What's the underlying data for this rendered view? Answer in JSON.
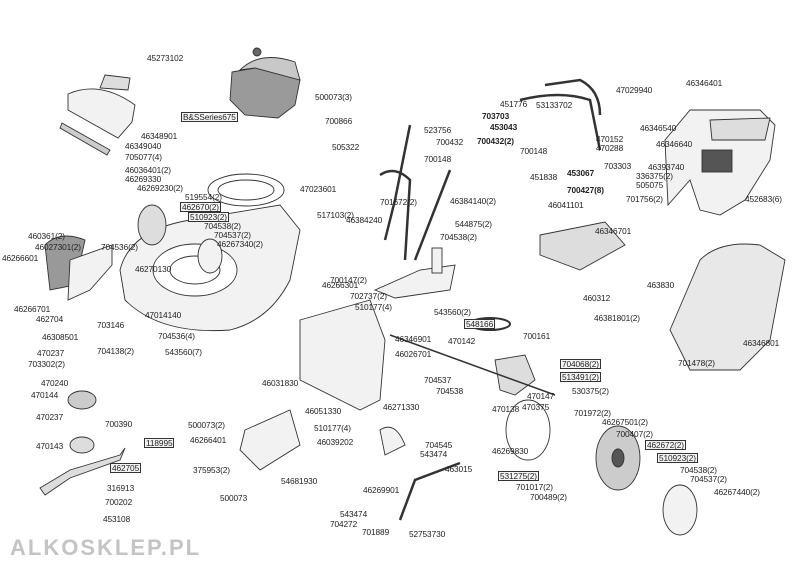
{
  "watermark": "ALKOSKLEP.PL",
  "colors": {
    "line": "#333333",
    "part_fill": "#f2f2f2",
    "engine": "#8a8a8a",
    "label_box": "#f4f4f4"
  },
  "labels": [
    {
      "text": "45273102"
    },
    {
      "text": "B&SSeries675",
      "boxed": true
    },
    {
      "text": "500073(3)"
    },
    {
      "text": "46348901"
    },
    {
      "text": "46349040"
    },
    {
      "text": "705077(4)"
    },
    {
      "text": "46036401(2)"
    },
    {
      "text": "46269330"
    },
    {
      "text": "46269230(2)"
    },
    {
      "text": "519554(2)"
    },
    {
      "text": "462670(2)",
      "boxed": true
    },
    {
      "text": "510923(2)",
      "boxed": true
    },
    {
      "text": "704538(2)"
    },
    {
      "text": "704537(2)"
    },
    {
      "text": "46267340(2)"
    },
    {
      "text": "47023601"
    },
    {
      "text": "517103(2)"
    },
    {
      "text": "700866"
    },
    {
      "text": "505322"
    },
    {
      "text": "523756"
    },
    {
      "text": "700432"
    },
    {
      "text": "700148"
    },
    {
      "text": "701672(2)"
    },
    {
      "text": "46384240"
    },
    {
      "text": "46384140(2)"
    },
    {
      "text": "544875(2)"
    },
    {
      "text": "704538(2)"
    },
    {
      "text": "451776"
    },
    {
      "text": "53133702"
    },
    {
      "text": "47029940"
    },
    {
      "text": "703703",
      "bold": true
    },
    {
      "text": "453043",
      "bold": true
    },
    {
      "text": "700432(2)",
      "bold": true
    },
    {
      "text": "700148"
    },
    {
      "text": "451838"
    },
    {
      "text": "470152"
    },
    {
      "text": "470288"
    },
    {
      "text": "703303"
    },
    {
      "text": "453067",
      "bold": true
    },
    {
      "text": "700427(8)",
      "bold": true
    },
    {
      "text": "46041101"
    },
    {
      "text": "46346701"
    },
    {
      "text": "46346401"
    },
    {
      "text": "46346540"
    },
    {
      "text": "46346640"
    },
    {
      "text": "46393740"
    },
    {
      "text": "336375(2)"
    },
    {
      "text": "505075"
    },
    {
      "text": "701756(2)"
    },
    {
      "text": "452683(6)"
    },
    {
      "text": "463830"
    },
    {
      "text": "460312"
    },
    {
      "text": "46381801(2)"
    },
    {
      "text": "46346801"
    },
    {
      "text": "701478(2)"
    },
    {
      "text": "46266301"
    },
    {
      "text": "548166",
      "boxed": true
    },
    {
      "text": "700161"
    },
    {
      "text": "470142"
    },
    {
      "text": "704068(2)",
      "boxed": true
    },
    {
      "text": "513491(2)",
      "boxed": true
    },
    {
      "text": "704537"
    },
    {
      "text": "704538"
    },
    {
      "text": "530375(2)"
    },
    {
      "text": "470147"
    },
    {
      "text": "470138"
    },
    {
      "text": "470375"
    },
    {
      "text": "701972(2)"
    },
    {
      "text": "46267501(2)"
    },
    {
      "text": "700407(2)"
    },
    {
      "text": "462672(2)",
      "boxed": true
    },
    {
      "text": "510923(2)",
      "boxed": true
    },
    {
      "text": "704538(2)"
    },
    {
      "text": "704537(2)"
    },
    {
      "text": "46267440(2)"
    },
    {
      "text": "700147(2)"
    },
    {
      "text": "702737(2)"
    },
    {
      "text": "510177(4)"
    },
    {
      "text": "543560(2)"
    },
    {
      "text": "46346901"
    },
    {
      "text": "46026701"
    },
    {
      "text": "46031830"
    },
    {
      "text": "46051330"
    },
    {
      "text": "46271330"
    },
    {
      "text": "510177(4)"
    },
    {
      "text": "46039202"
    },
    {
      "text": "704545"
    },
    {
      "text": "543474"
    },
    {
      "text": "46269830"
    },
    {
      "text": "463015"
    },
    {
      "text": "531275(2)",
      "boxed": true
    },
    {
      "text": "701017(2)"
    },
    {
      "text": "700489(2)"
    },
    {
      "text": "46269901"
    },
    {
      "text": "543474"
    },
    {
      "text": "704272"
    },
    {
      "text": "701889"
    },
    {
      "text": "52753730"
    },
    {
      "text": "500073(2)"
    },
    {
      "text": "46266401"
    },
    {
      "text": "375953(2)"
    },
    {
      "text": "54681930"
    },
    {
      "text": "500073"
    },
    {
      "text": "460361(2)"
    },
    {
      "text": "46027301(2)"
    },
    {
      "text": "704536(2)"
    },
    {
      "text": "46266601"
    },
    {
      "text": "46270130"
    },
    {
      "text": "46266701"
    },
    {
      "text": "462704"
    },
    {
      "text": "703146"
    },
    {
      "text": "46308501"
    },
    {
      "text": "704138(2)"
    },
    {
      "text": "470237"
    },
    {
      "text": "703302(2)"
    },
    {
      "text": "470240"
    },
    {
      "text": "470144"
    },
    {
      "text": "470237"
    },
    {
      "text": "700390"
    },
    {
      "text": "470143"
    },
    {
      "text": "118995",
      "boxed": true
    },
    {
      "text": "462705",
      "boxed": true
    },
    {
      "text": "316913"
    },
    {
      "text": "700202"
    },
    {
      "text": "453108"
    },
    {
      "text": "47014140"
    },
    {
      "text": "704536(4)"
    },
    {
      "text": "543560(7)"
    }
  ]
}
